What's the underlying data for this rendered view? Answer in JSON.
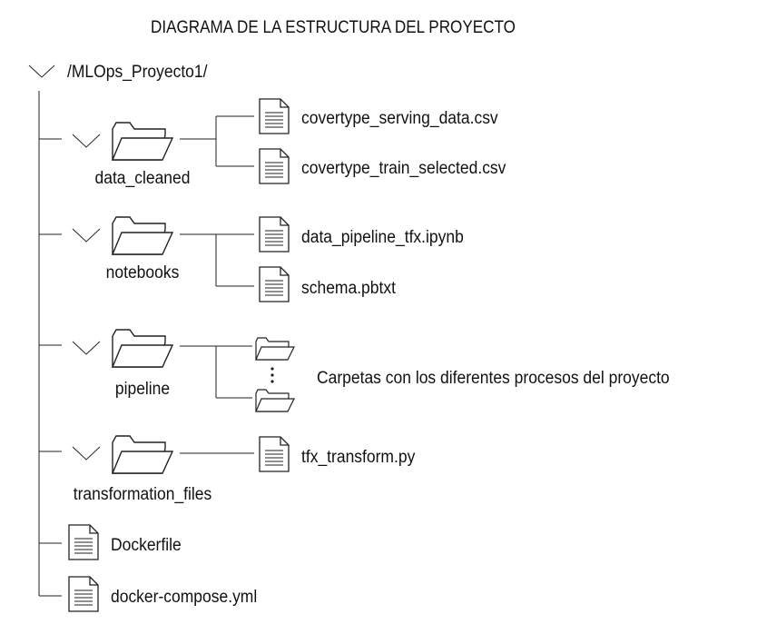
{
  "title": "DIAGRAMA DE LA ESTRUCTURA DEL PROYECTO",
  "root": {
    "name": "/MLOps_Proyecto1/"
  },
  "folders": [
    {
      "name": "data_cleaned",
      "files": [
        "covertype_serving_data.csv",
        "covertype_train_selected.csv"
      ]
    },
    {
      "name": "notebooks",
      "files": [
        "data_pipeline_tfx.ipynb",
        "schema.pbtxt"
      ]
    },
    {
      "name": "pipeline",
      "note": "Carpetas con los diferentes procesos del proyecto"
    },
    {
      "name": "transformation_files",
      "files": [
        "tfx_transform.py"
      ]
    }
  ],
  "root_files": [
    "Dockerfile",
    "docker-compose.yml"
  ],
  "colors": {
    "stroke": "#222222",
    "text": "#111111",
    "background": "#ffffff"
  },
  "icons": {
    "expander": "chevron-down-icon",
    "folder": "open-folder-icon",
    "file": "document-icon"
  }
}
